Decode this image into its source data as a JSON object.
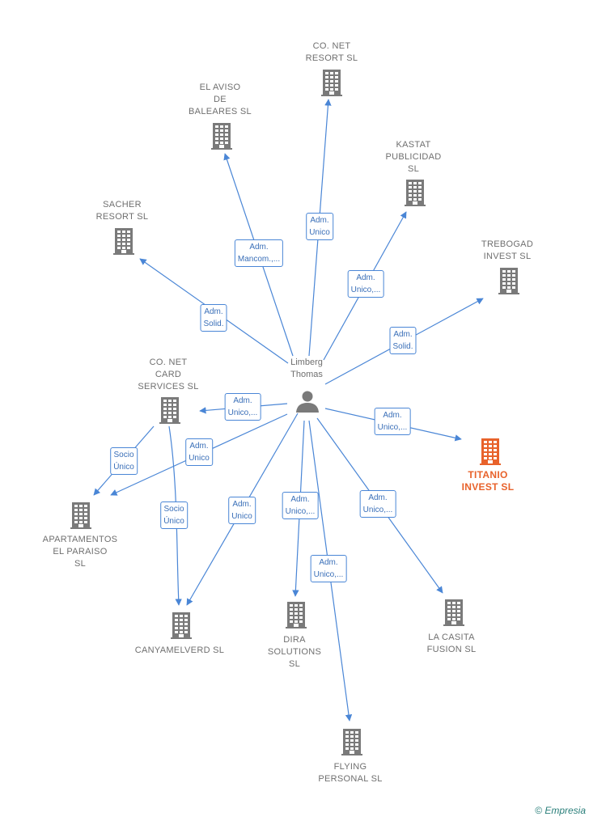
{
  "person": {
    "name": "Limberg\nThomas"
  },
  "companies": [
    {
      "id": "co-net-resort",
      "label": "CO. NET\nRESORT  SL",
      "highlight": false
    },
    {
      "id": "el-aviso",
      "label": "EL AVISO\nDE\nBALEARES  SL",
      "highlight": false
    },
    {
      "id": "kastat",
      "label": "KASTAT\nPUBLICIDAD\nSL",
      "highlight": false
    },
    {
      "id": "sacher",
      "label": "SACHER\nRESORT  SL",
      "highlight": false
    },
    {
      "id": "trebogad",
      "label": "TREBOGAD\nINVEST  SL",
      "highlight": false
    },
    {
      "id": "co-net-card",
      "label": "CO.  NET\nCARD\nSERVICES  SL",
      "highlight": false
    },
    {
      "id": "titanio",
      "label": "TITANIO\nINVEST  SL",
      "highlight": true
    },
    {
      "id": "apartamentos",
      "label": "APARTAMENTOS\nEL PARAISO\nSL",
      "highlight": false
    },
    {
      "id": "canyamelverd",
      "label": "CANYAMELVERD SL",
      "highlight": false
    },
    {
      "id": "dira",
      "label": "DIRA\nSOLUTIONS\nSL",
      "highlight": false
    },
    {
      "id": "la-casita",
      "label": "LA CASITA\nFUSION  SL",
      "highlight": false
    },
    {
      "id": "flying",
      "label": "FLYING\nPERSONAL  SL",
      "highlight": false
    }
  ],
  "edges": [
    {
      "to": "co-net-resort",
      "label": "Adm.\nUnico"
    },
    {
      "to": "el-aviso",
      "label": "Adm.\nMancom.,..."
    },
    {
      "to": "kastat",
      "label": "Adm.\nUnico,..."
    },
    {
      "to": "sacher",
      "label": "Adm.\nSolid."
    },
    {
      "to": "trebogad",
      "label": "Adm.\nSolid."
    },
    {
      "to": "co-net-card",
      "label": "Adm.\nUnico,..."
    },
    {
      "to": "titanio",
      "label": "Adm.\nUnico,..."
    },
    {
      "to": "apartamentos",
      "label": "Adm.\nUnico"
    },
    {
      "to": "canyamelverd",
      "label": "Adm.\nUnico"
    },
    {
      "to": "dira",
      "label": "Adm.\nUnico,..."
    },
    {
      "to": "la-casita",
      "label": "Adm.\nUnico,..."
    },
    {
      "to": "flying",
      "label": "Adm.\nUnico,..."
    },
    {
      "from": "co-net-card",
      "to": "apartamentos",
      "label": "Socio\nÚnico"
    },
    {
      "from": "co-net-card",
      "to": "canyamelverd",
      "label": "Socio\nÚnico"
    }
  ],
  "colors": {
    "building": "#7a7a7a",
    "highlight": "#e8622b",
    "edge": "#4a86d6",
    "person": "#7a7a7a"
  },
  "brand": {
    "symbol": "©",
    "name": "Empresia"
  }
}
